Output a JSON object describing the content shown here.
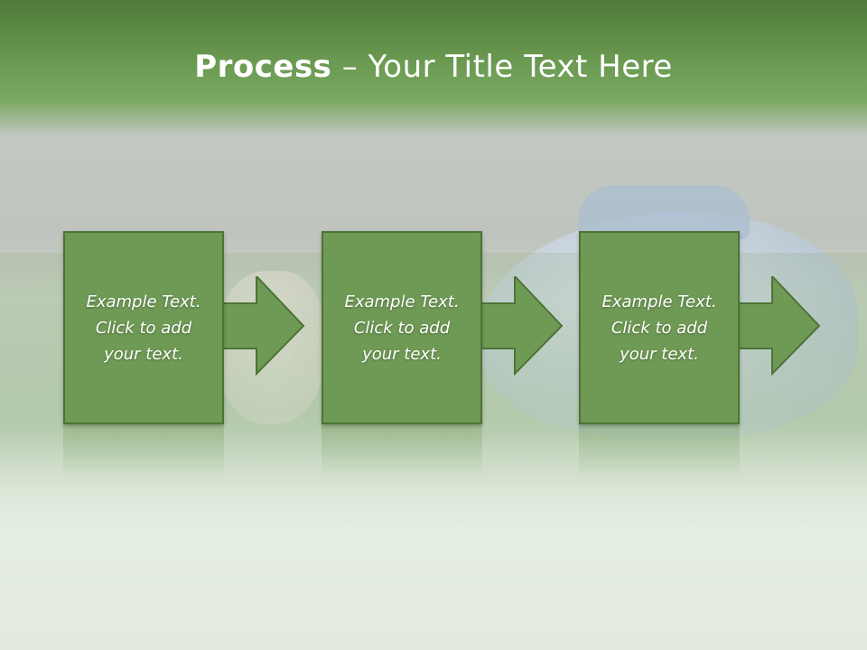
{
  "slide": {
    "title_bold": "Process",
    "title_rest": " – Your Title Text Here"
  },
  "steps": [
    {
      "text": "Example Text.\nClick  to add\nyour text."
    },
    {
      "text": "Example Text.\nClick  to add\nyour text."
    },
    {
      "text": "Example Text.\nClick  to add\nyour text."
    }
  ],
  "colors": {
    "header_green": "#6b9a52",
    "box_fill": "#6f9a55",
    "box_border": "#4d7336",
    "text": "#ffffff"
  }
}
